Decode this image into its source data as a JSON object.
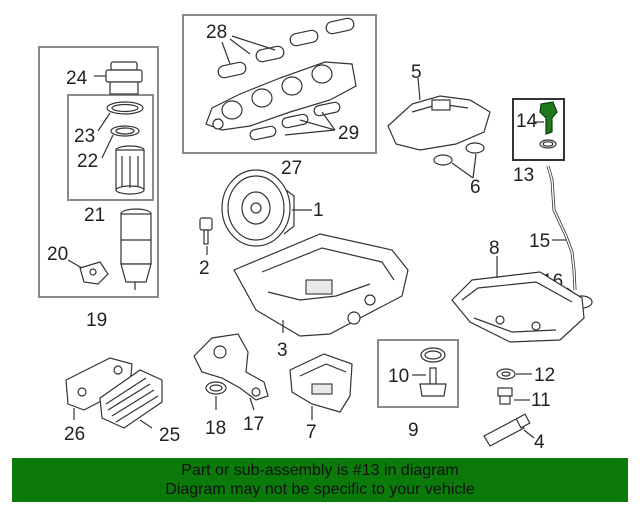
{
  "diagram": {
    "callouts": [
      "1",
      "2",
      "3",
      "4",
      "5",
      "6",
      "7",
      "8",
      "9",
      "10",
      "11",
      "12",
      "13",
      "14",
      "15",
      "16",
      "17",
      "18",
      "19",
      "20",
      "21",
      "22",
      "23",
      "24",
      "25",
      "26",
      "27",
      "28",
      "29"
    ],
    "highlight_color": "#1f7a1f"
  },
  "banner": {
    "line1": "Part or sub-assembly is #13 in diagram",
    "line2": "Diagram may not be specific to your vehicle",
    "background": "#0b7a0b"
  }
}
